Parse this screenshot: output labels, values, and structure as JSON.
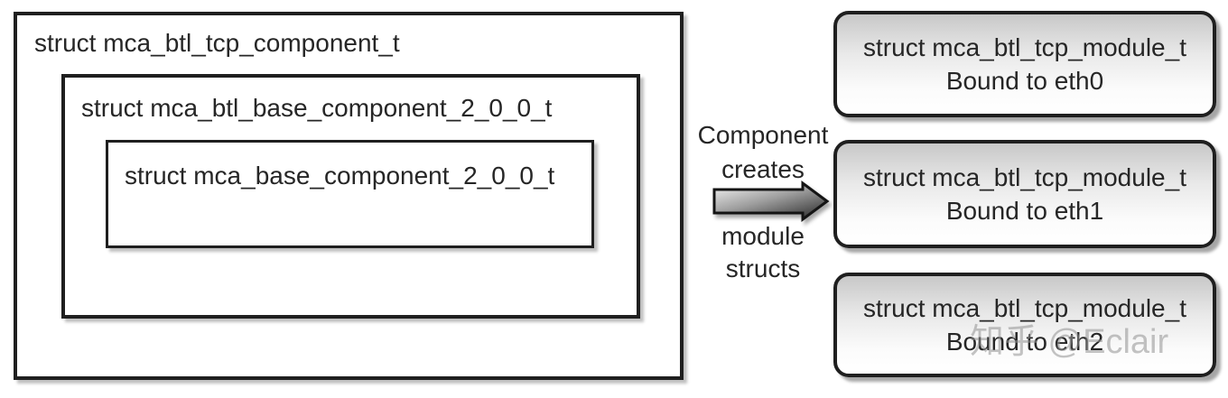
{
  "nested_boxes": {
    "outer": {
      "label": "struct mca_btl_tcp_component_t"
    },
    "middle": {
      "label": "struct mca_btl_base_component_2_0_0_t"
    },
    "inner": {
      "label": "struct mca_base_component_2_0_0_t"
    }
  },
  "arrow": {
    "caption_top": [
      "Component",
      "creates"
    ],
    "caption_bottom": [
      "module",
      "structs"
    ],
    "direction": "right"
  },
  "module_boxes": [
    {
      "title": "struct mca_btl_tcp_module_t",
      "subtitle": "Bound to eth0"
    },
    {
      "title": "struct mca_btl_tcp_module_t",
      "subtitle": "Bound to eth1"
    },
    {
      "title": "struct mca_btl_tcp_module_t",
      "subtitle": "Bound to eth2"
    }
  ],
  "watermark": "知乎 @Eclair",
  "colors": {
    "background": "#ffffff",
    "box_border": "#1f1f1f",
    "text": "#262626",
    "module_gradient_top": "#c8c8c8",
    "module_gradient_bottom": "#ffffff",
    "arrow_gradient_light": "#f6f6f6",
    "arrow_gradient_dark": "#333333",
    "watermark": "#919191"
  }
}
